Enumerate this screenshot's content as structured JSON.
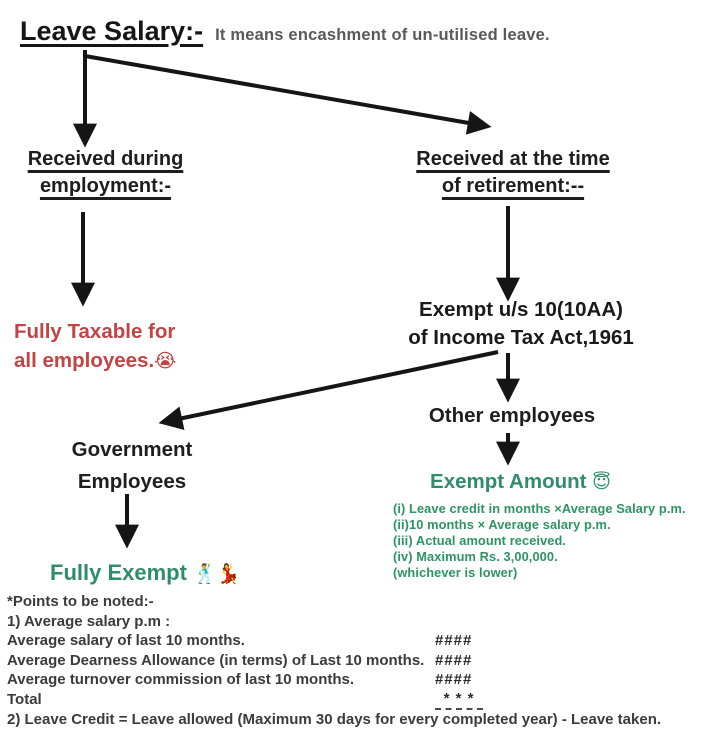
{
  "title": {
    "heading": "Leave Salary:-",
    "subtitle": "It means encashment of un-utilised leave."
  },
  "nodes": {
    "received_during": {
      "line1": "Received during",
      "line2": "employment:-"
    },
    "received_retirement": {
      "line1": "Received at the time",
      "line2": "of retirement:--"
    },
    "fully_taxable": {
      "line1": "Fully Taxable for",
      "line2": "all employees.",
      "emoji": "😭"
    },
    "exempt_section": {
      "line1": "Exempt u/s 10(10AA)",
      "line2": "of Income Tax Act,1961"
    },
    "govt_employees": {
      "line1": "Government",
      "line2": "Employees"
    },
    "other_employees": {
      "label": "Other employees"
    },
    "fully_exempt": {
      "label": "Fully Exempt",
      "emoji": "🕺💃"
    },
    "exempt_amount": {
      "label": "Exempt Amount",
      "emoji": "😇",
      "items": [
        "(i) Leave credit in months ×Average Salary p.m.",
        "(ii)10 months × Average salary p.m.",
        "(iii) Actual amount received.",
        "(iv) Maximum Rs. 3,00,000.",
        "(whichever is lower)"
      ]
    }
  },
  "notes": {
    "heading": "*Points to be noted:-",
    "point1": "1) Average salary p.m :",
    "rows": [
      {
        "label": "Average salary of last 10 months.",
        "value": "####"
      },
      {
        "label": "Average Dearness Allowance (in terms) of Last 10 months.",
        "value": "####"
      },
      {
        "label": "Average turnover commission of last 10 months.",
        "value": "####"
      },
      {
        "label": "Total",
        "value": "* * *"
      }
    ],
    "point2": "2) Leave Credit = Leave allowed (Maximum 30 days for every completed year) - Leave taken."
  },
  "colors": {
    "ink": "#1a1a1a",
    "subtitle_gray": "#595959",
    "taxable_red": "#c24444",
    "exempt_green": "#2e8e6b",
    "list_green": "#2d9464",
    "notes_gray": "#3b3b3b",
    "background": "#ffffff"
  }
}
